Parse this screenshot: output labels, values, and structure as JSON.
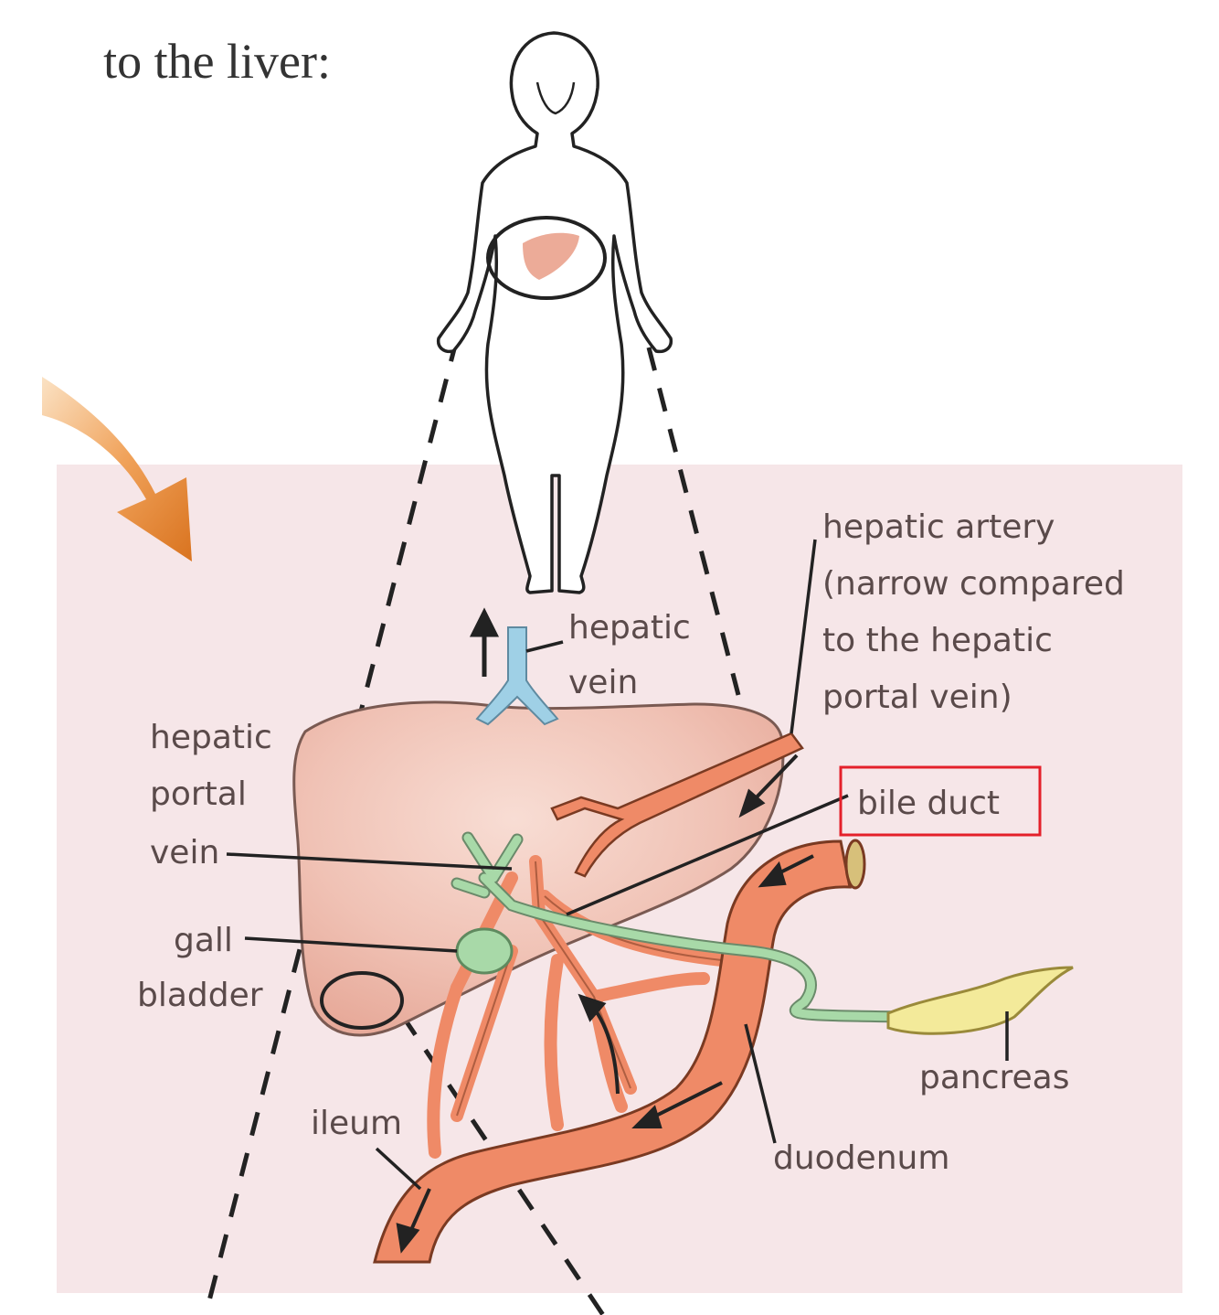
{
  "heading": "to the liver:",
  "labels": {
    "hepatic_artery": [
      "hepatic artery",
      "(narrow compared",
      "to the hepatic",
      "portal vein)"
    ],
    "hepatic_vein": [
      "hepatic",
      "vein"
    ],
    "hepatic_portal_vein": [
      "hepatic",
      "portal",
      "vein"
    ],
    "bile_duct": "bile duct",
    "gall_bladder": [
      "gall",
      "bladder"
    ],
    "pancreas": "pancreas",
    "ileum": "ileum",
    "duodenum": "duodenum"
  },
  "colors": {
    "panel": "#f6e6e8",
    "liver": "#f0c2b5",
    "vessel": "#ef8a67",
    "vein_blue": "#9fd0e6",
    "bile_green": "#a8d9a8",
    "pancreas_yellow": "#f3ea9a",
    "arrow_orange": "#e98a2e",
    "highlight_box": "#e4202a"
  },
  "highlighted_label": "bile duct"
}
